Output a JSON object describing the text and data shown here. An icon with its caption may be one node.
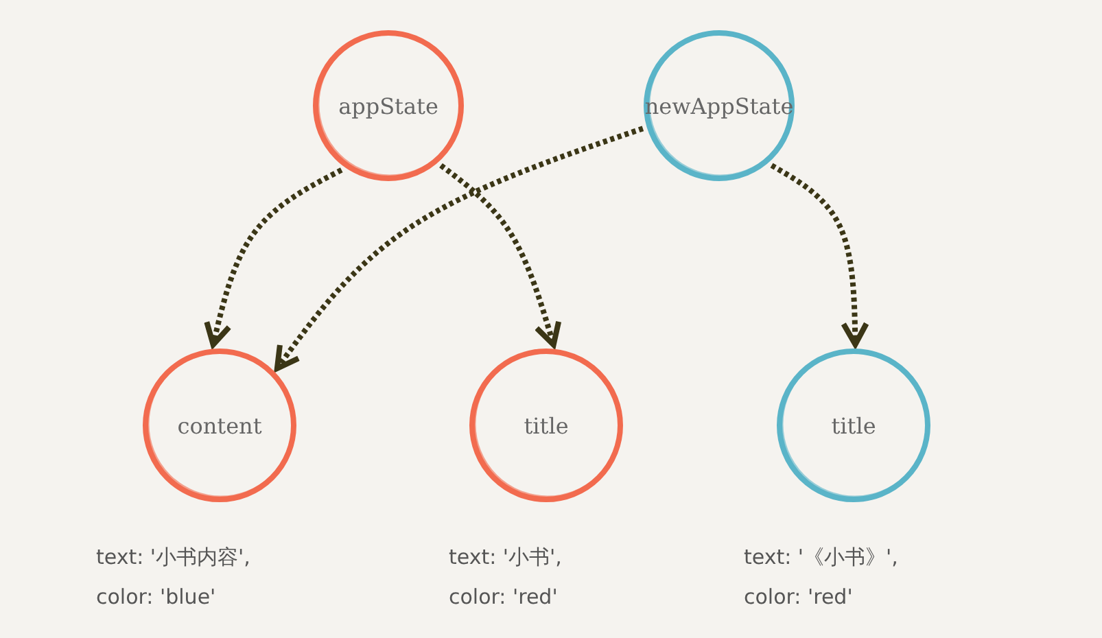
{
  "diagram": {
    "nodes": [
      {
        "text": [
          "appState"
        ]
      },
      {
        "text": [
          "newAppState"
        ]
      },
      {
        "text": [
          "content"
        ],
        "beside": [
          "text: '小书内容',",
          "color: 'blue'"
        ]
      },
      {
        "text": [
          "title"
        ],
        "beside": [
          "text: '小书',",
          "color: 'red'"
        ]
      },
      {
        "text": [
          "title"
        ],
        "beside": [
          "text: '《小书》',",
          "color: 'red'"
        ]
      }
    ],
    "edges": [
      {
        "from": 0,
        "to": 2,
        "arrow": "to",
        "style": "dashed"
      },
      {
        "from": 0,
        "to": 3,
        "arrow": "to",
        "style": "dashed"
      },
      {
        "from": 1,
        "to": 2,
        "arrow": "to",
        "style": "dashed"
      },
      {
        "from": 1,
        "to": 4,
        "arrow": "to",
        "style": "dashed"
      }
    ]
  }
}
